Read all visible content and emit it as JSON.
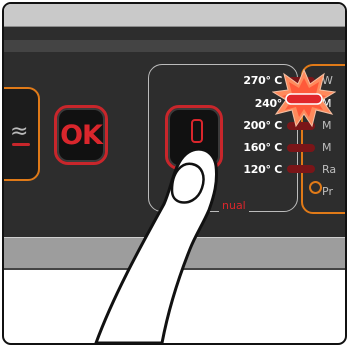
{
  "buttons": {
    "ok_label": "OK"
  },
  "mode_section": {
    "label": "nual"
  },
  "temperatures": [
    {
      "label": "270° C",
      "active": false
    },
    {
      "label": "240°",
      "active": true
    },
    {
      "label": "200° C",
      "active": false
    },
    {
      "label": "160° C",
      "active": false
    },
    {
      "label": "120° C",
      "active": false
    }
  ],
  "right_labels": [
    "W",
    "M",
    "M",
    "M",
    "Ra",
    "Pr"
  ],
  "colors": {
    "panel": "#2d2d2d",
    "accent_red": "#d9262c",
    "accent_orange": "#e07a18",
    "led_off": "#7a1518"
  },
  "icons": {
    "left_symbol": "steam-icon",
    "mode": "thermometer-icon",
    "finger": "pointing-finger-icon",
    "highlight": "indicator-burst-icon"
  }
}
